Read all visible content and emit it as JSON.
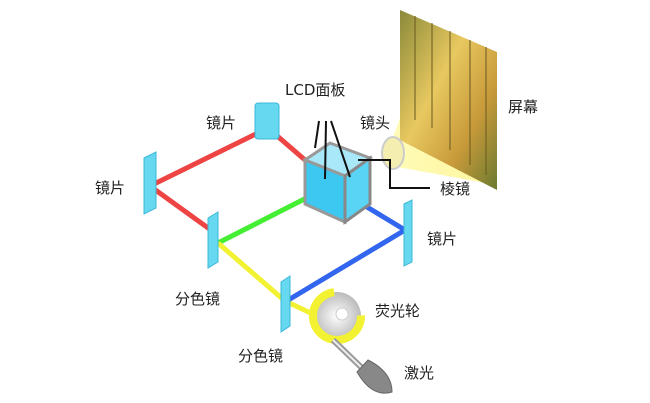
{
  "labels": {
    "lcd_panel": "LCD面板",
    "mirror_top": "镜片",
    "lens": "镜头",
    "screen": "屏幕",
    "mirror_left": "镜片",
    "prism": "棱镜",
    "mirror_right": "镜片",
    "dichroic_1": "分色镜",
    "phosphor_wheel": "荧光轮",
    "dichroic_2": "分色镜",
    "laser": "激光"
  },
  "colors": {
    "red": "#ee4444",
    "green": "#44ee33",
    "blue": "#3366ee",
    "yellow": "#f2f233",
    "mirror": "#66d8f0"
  }
}
